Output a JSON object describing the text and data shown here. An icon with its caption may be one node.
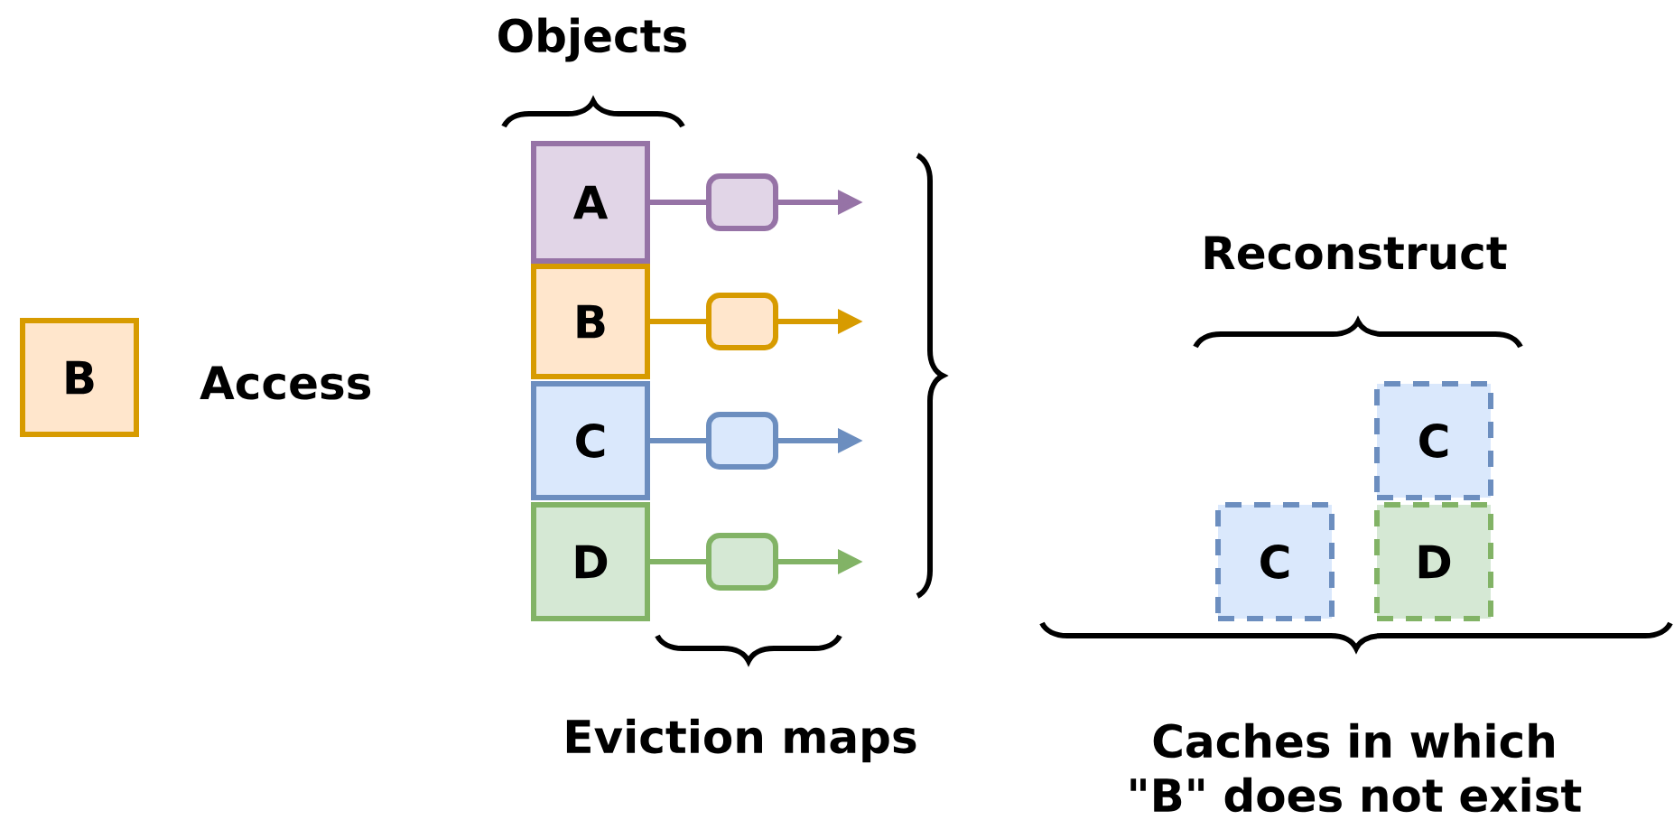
{
  "diagram": {
    "nodes": [
      {
        "text": [
          "B"
        ],
        "beside": [
          "Access"
        ]
      },
      {
        "text": [
          "A"
        ]
      },
      {
        "text": [
          "B"
        ]
      },
      {
        "text": [
          "C"
        ]
      },
      {
        "text": [
          "D"
        ]
      },
      {
        "text": [],
        "shape": "box"
      },
      {
        "text": [],
        "shape": "box"
      },
      {
        "text": [],
        "shape": "box"
      },
      {
        "text": [],
        "shape": "box"
      },
      {
        "text": [
          "C"
        ]
      },
      {
        "text": [
          "C"
        ]
      },
      {
        "text": [
          "D"
        ]
      }
    ],
    "edges": [
      {
        "from": 1,
        "to": 5,
        "arrow": "none",
        "color": "#9673a6"
      },
      {
        "from": 5,
        "to": null,
        "arrow": "to",
        "color": "#9673a6"
      },
      {
        "from": 2,
        "to": 6,
        "arrow": "none",
        "color": "#d79b00"
      },
      {
        "from": 6,
        "to": null,
        "arrow": "to",
        "color": "#d79b00"
      },
      {
        "from": 3,
        "to": 7,
        "arrow": "none",
        "color": "#6c8ebf"
      },
      {
        "from": 7,
        "to": null,
        "arrow": "to",
        "color": "#6c8ebf"
      },
      {
        "from": 4,
        "to": 8,
        "arrow": "none",
        "color": "#82b366"
      },
      {
        "from": 8,
        "to": null,
        "arrow": "to",
        "color": "#82b366"
      }
    ],
    "labels": [
      "Objects",
      "Reconstruct",
      "Eviction maps",
      "Caches in which \"B\" does not exist"
    ]
  }
}
